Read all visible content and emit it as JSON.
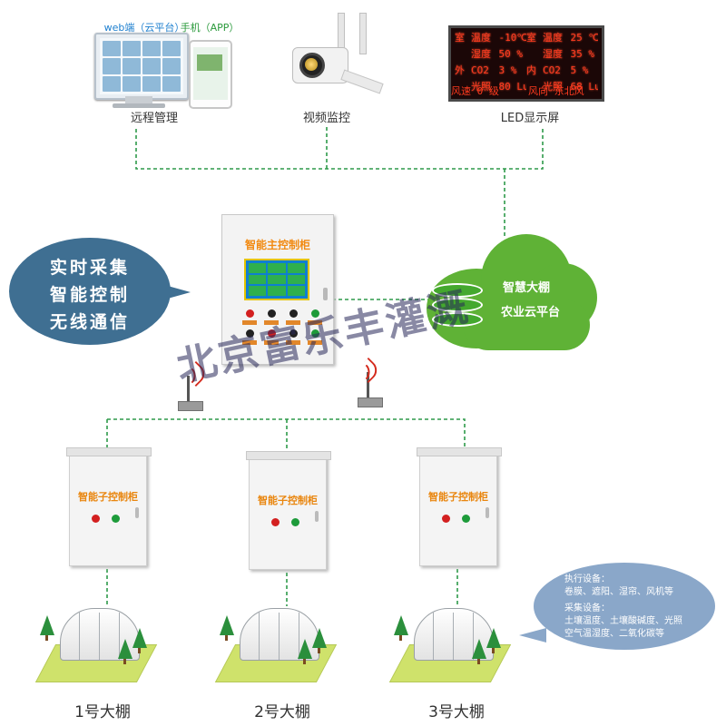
{
  "top": {
    "web_label": "web端（云平台）",
    "phone_label": "手机（APP）",
    "remote_label": "远程管理",
    "video_label": "视频监控",
    "led_label": "LED显示屏"
  },
  "led_board": {
    "rows": [
      [
        "室",
        "温度",
        "-10℃",
        "室",
        "温度",
        "25 ℃"
      ],
      [
        "",
        "湿度",
        "50 %",
        "",
        "湿度",
        "35 %"
      ],
      [
        "外",
        "CO2",
        "3 %",
        "内",
        "CO2",
        "5 %"
      ],
      [
        "",
        "光照",
        "80 Lu",
        "",
        "光照",
        "68 Lu"
      ]
    ],
    "footer_left": "风速 0 级",
    "footer_right": "风向 东北风",
    "text_color": "#ff3b1f"
  },
  "main_cabinet": {
    "title": "智能主控制柜"
  },
  "bubble_left": {
    "lines": [
      "实时采集",
      "智能控制",
      "无线通信"
    ]
  },
  "cloud": {
    "line1": "智慧大棚",
    "line2": "农业云平台",
    "color": "#5fb236"
  },
  "watermark": "北京富乐丰灌溉",
  "sub_cabinets": [
    {
      "title": "智能子控制柜"
    },
    {
      "title": "智能子控制柜"
    },
    {
      "title": "智能子控制柜"
    }
  ],
  "greenhouses": [
    {
      "label": "1号大棚"
    },
    {
      "label": "2号大棚"
    },
    {
      "label": "3号大棚"
    }
  ],
  "bubble_right": {
    "lines": [
      "执行设备：",
      "卷膜、遮阳、湿帘、风机等",
      "采集设备：",
      "土壤温度、土壤酸碱度、光照",
      "空气温湿度、二氧化碳等"
    ]
  },
  "colors": {
    "link": "#2e9a4a",
    "cabinet_title": "#f28a12",
    "accent_red": "#d42a1d"
  }
}
